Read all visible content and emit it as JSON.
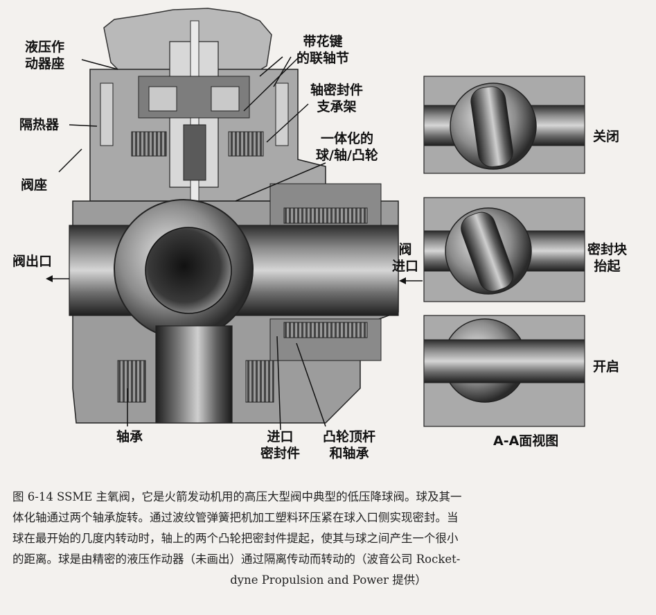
{
  "labels": {
    "actuator_seat": [
      "液压作",
      "动器座"
    ],
    "splined_coupling": [
      "带花键",
      "的联轴节"
    ],
    "shaft_seal_support": [
      "轴密封件",
      "支承架"
    ],
    "heat_insulator": "隔热器",
    "integrated_ball_shaft_cam": [
      "一体化的",
      "球/轴/凸轮"
    ],
    "valve_seat": "阀座",
    "valve_outlet": "阀出口",
    "valve_inlet": [
      "阀",
      "进口"
    ],
    "bearing": "轴承",
    "inlet_seal": [
      "进口",
      "密封件"
    ],
    "cam_follower_bearing": [
      "凸轮顶杆",
      "和轴承"
    ],
    "closed": "关闭",
    "seal_lifted": [
      "密封块",
      "抬起"
    ],
    "open": "开启",
    "section_view": "A-A面视图"
  },
  "caption": {
    "lines": [
      "图 6-14   SSME 主氧阀，它是火箭发动机用的高压大型阀中典型的低压降球阀。球及其一",
      "体化轴通过两个轴承旋转。通过波纹管弹簧把机加工塑料环压紧在球入口侧实现密封。当",
      "球在最开始的几度内转动时，轴上的两个凸轮把密封件提起，使其与球之间产生一个很小",
      "的距离。球是由精密的液压作动器（未画出）通过隔离传动而转动的（波音公司 Rocket-",
      "dyne Propulsion and Power 提供）"
    ]
  }
}
